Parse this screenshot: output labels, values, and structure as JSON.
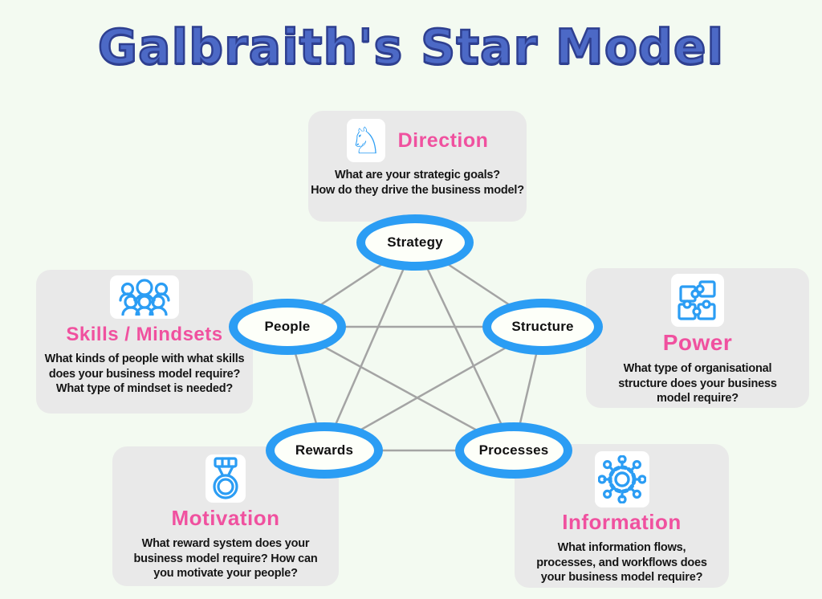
{
  "title": "Galbraith's Star Model",
  "colors": {
    "background": "#f3faf1",
    "title_blue": "#4c69c6",
    "title_outline": "#2e3f90",
    "accent_blue": "#2b9df4",
    "heading_pink": "#f0519f",
    "card_gray": "#e9e9e9",
    "line_gray": "#a4a4a4",
    "text_black": "#161616"
  },
  "nodes": [
    {
      "label": "Strategy"
    },
    {
      "label": "People"
    },
    {
      "label": "Structure"
    },
    {
      "label": "Rewards"
    },
    {
      "label": "Processes"
    }
  ],
  "cards": [
    {
      "title": "Direction",
      "icon": "knight-icon",
      "lines": [
        "What are your strategic goals?",
        "How do they drive the business model?"
      ]
    },
    {
      "title": "Skills / Mindsets",
      "icon": "people-group-icon",
      "lines": [
        "What kinds of people with what skills",
        "does your business model require?",
        "What type of mindset is needed?"
      ]
    },
    {
      "title": "Power",
      "icon": "puzzle-icon",
      "lines": [
        "What type of organisational",
        "structure does your business",
        "model require?"
      ]
    },
    {
      "title": "Motivation",
      "icon": "medal-icon",
      "lines": [
        "What reward system does your",
        "business model require? How can",
        "you motivate your people?"
      ]
    },
    {
      "title": "Information",
      "icon": "network-gear-icon",
      "lines": [
        "What information flows,",
        "processes, and workflows does",
        "your business model require?"
      ]
    }
  ],
  "icons": {
    "knight_glyph": "♘"
  }
}
